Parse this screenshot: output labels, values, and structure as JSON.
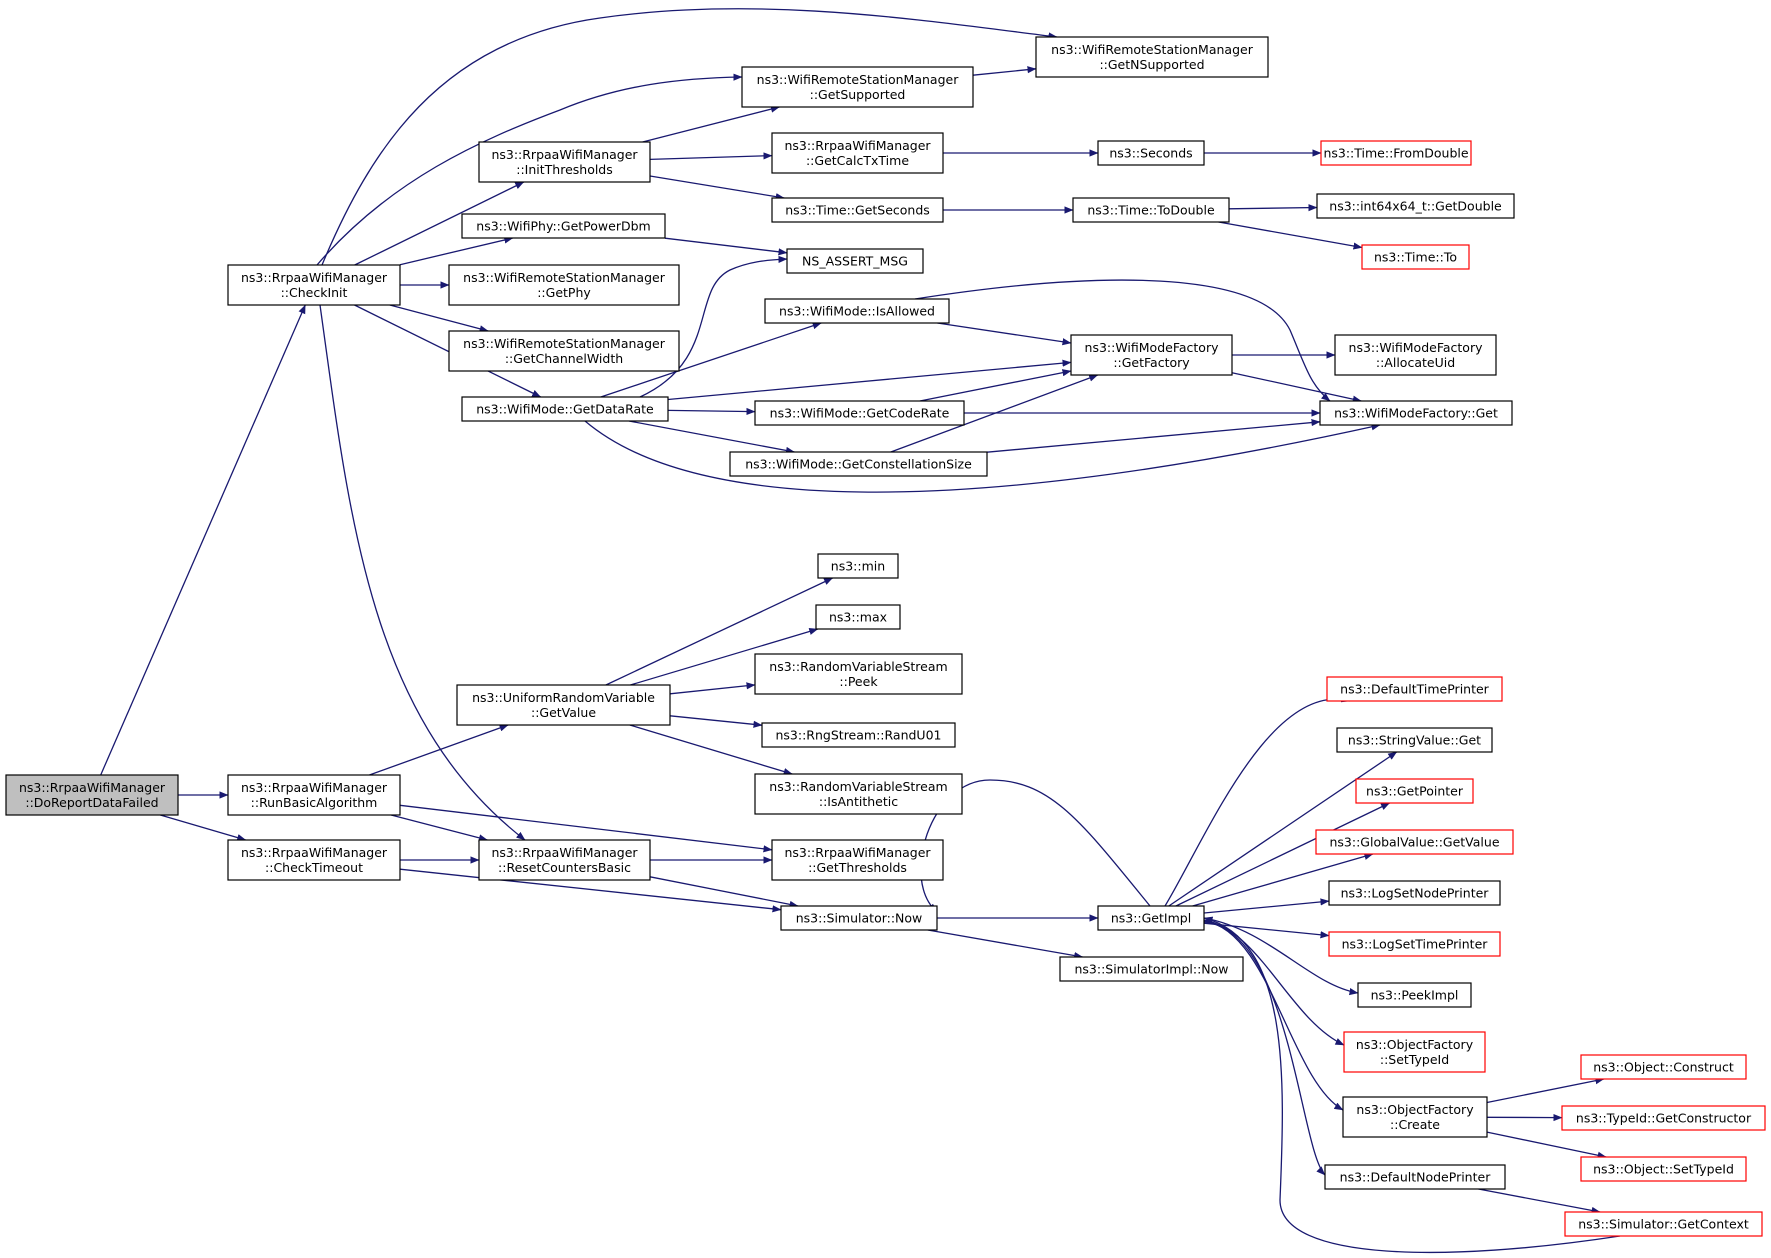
{
  "colors": {
    "edge": "#191970",
    "node_border": "#000000",
    "truncated_border": "#ff0000",
    "root_fill": "#bfbfbf",
    "node_fill": "#ffffff"
  },
  "nodes": [
    {
      "id": "dorep",
      "lines": [
        "ns3::RrpaaWifiManager",
        "::DoReportDataFailed"
      ],
      "style": "root"
    },
    {
      "id": "checkinit",
      "lines": [
        "ns3::RrpaaWifiManager",
        "::CheckInit"
      ]
    },
    {
      "id": "runbasic",
      "lines": [
        "ns3::RrpaaWifiManager",
        "::RunBasicAlgorithm"
      ]
    },
    {
      "id": "checktimeout",
      "lines": [
        "ns3::RrpaaWifiManager",
        "::CheckTimeout"
      ]
    },
    {
      "id": "nsupported",
      "lines": [
        "ns3::WifiRemoteStationManager",
        "::GetNSupported"
      ]
    },
    {
      "id": "getsupported",
      "lines": [
        "ns3::WifiRemoteStationManager",
        "::GetSupported"
      ]
    },
    {
      "id": "initthresh",
      "lines": [
        "ns3::RrpaaWifiManager",
        "::InitThresholds"
      ]
    },
    {
      "id": "calctx",
      "lines": [
        "ns3::RrpaaWifiManager",
        "::GetCalcTxTime"
      ]
    },
    {
      "id": "seconds",
      "lines": [
        "ns3::Seconds"
      ]
    },
    {
      "id": "fromdouble",
      "lines": [
        "ns3::Time::FromDouble"
      ],
      "style": "truncated"
    },
    {
      "id": "getseconds",
      "lines": [
        "ns3::Time::GetSeconds"
      ]
    },
    {
      "id": "todouble",
      "lines": [
        "ns3::Time::ToDouble"
      ]
    },
    {
      "id": "getdouble",
      "lines": [
        "ns3::int64x64_t::GetDouble"
      ]
    },
    {
      "id": "timeto",
      "lines": [
        "ns3::Time::To"
      ],
      "style": "truncated"
    },
    {
      "id": "powerdbm",
      "lines": [
        "ns3::WifiPhy::GetPowerDbm"
      ]
    },
    {
      "id": "assert",
      "lines": [
        "NS_ASSERT_MSG"
      ]
    },
    {
      "id": "getphy",
      "lines": [
        "ns3::WifiRemoteStationManager",
        "::GetPhy"
      ]
    },
    {
      "id": "isallowed",
      "lines": [
        "ns3::WifiMode::IsAllowed"
      ]
    },
    {
      "id": "chwidth",
      "lines": [
        "ns3::WifiRemoteStationManager",
        "::GetChannelWidth"
      ]
    },
    {
      "id": "getfactory",
      "lines": [
        "ns3::WifiModeFactory",
        "::GetFactory"
      ]
    },
    {
      "id": "allocuid",
      "lines": [
        "ns3::WifiModeFactory",
        "::AllocateUid"
      ]
    },
    {
      "id": "datarate",
      "lines": [
        "ns3::WifiMode::GetDataRate"
      ]
    },
    {
      "id": "coderate",
      "lines": [
        "ns3::WifiMode::GetCodeRate"
      ]
    },
    {
      "id": "wmfget",
      "lines": [
        "ns3::WifiModeFactory::Get"
      ]
    },
    {
      "id": "constsize",
      "lines": [
        "ns3::WifiMode::GetConstellationSize"
      ]
    },
    {
      "id": "min",
      "lines": [
        "ns3::min"
      ]
    },
    {
      "id": "max",
      "lines": [
        "ns3::max"
      ]
    },
    {
      "id": "peek",
      "lines": [
        "ns3::RandomVariableStream",
        "::Peek"
      ]
    },
    {
      "id": "uniform",
      "lines": [
        "ns3::UniformRandomVariable",
        "::GetValue"
      ]
    },
    {
      "id": "randu01",
      "lines": [
        "ns3::RngStream::RandU01"
      ]
    },
    {
      "id": "isanti",
      "lines": [
        "ns3::RandomVariableStream",
        "::IsAntithetic"
      ]
    },
    {
      "id": "resetcounters",
      "lines": [
        "ns3::RrpaaWifiManager",
        "::ResetCountersBasic"
      ]
    },
    {
      "id": "getthresh",
      "lines": [
        "ns3::RrpaaWifiManager",
        "::GetThresholds"
      ]
    },
    {
      "id": "simnow",
      "lines": [
        "ns3::Simulator::Now"
      ]
    },
    {
      "id": "getimpl",
      "lines": [
        "ns3::GetImpl"
      ]
    },
    {
      "id": "simimplnow",
      "lines": [
        "ns3::SimulatorImpl::Now"
      ]
    },
    {
      "id": "deftime",
      "lines": [
        "ns3::DefaultTimePrinter"
      ],
      "style": "truncated"
    },
    {
      "id": "strget",
      "lines": [
        "ns3::StringValue::Get"
      ]
    },
    {
      "id": "getpointer",
      "lines": [
        "ns3::GetPointer"
      ],
      "style": "truncated"
    },
    {
      "id": "gvgetvalue",
      "lines": [
        "ns3::GlobalValue::GetValue"
      ],
      "style": "truncated"
    },
    {
      "id": "lognode",
      "lines": [
        "ns3::LogSetNodePrinter"
      ]
    },
    {
      "id": "logtime",
      "lines": [
        "ns3::LogSetTimePrinter"
      ],
      "style": "truncated"
    },
    {
      "id": "peekimpl",
      "lines": [
        "ns3::PeekImpl"
      ]
    },
    {
      "id": "ofsettype",
      "lines": [
        "ns3::ObjectFactory",
        "::SetTypeId"
      ],
      "style": "truncated"
    },
    {
      "id": "ofcreate",
      "lines": [
        "ns3::ObjectFactory",
        "::Create"
      ]
    },
    {
      "id": "defnode",
      "lines": [
        "ns3::DefaultNodePrinter"
      ]
    },
    {
      "id": "objconstruct",
      "lines": [
        "ns3::Object::Construct"
      ],
      "style": "truncated"
    },
    {
      "id": "getctor",
      "lines": [
        "ns3::TypeId::GetConstructor"
      ],
      "style": "truncated"
    },
    {
      "id": "objsettype",
      "lines": [
        "ns3::Object::SetTypeId"
      ],
      "style": "truncated"
    },
    {
      "id": "getcontext",
      "lines": [
        "ns3::Simulator::GetContext"
      ],
      "style": "truncated"
    }
  ],
  "edges": [
    [
      "dorep",
      "checkinit"
    ],
    [
      "dorep",
      "runbasic"
    ],
    [
      "dorep",
      "checktimeout"
    ],
    [
      "checkinit",
      "nsupported"
    ],
    [
      "checkinit",
      "getsupported"
    ],
    [
      "checkinit",
      "initthresh"
    ],
    [
      "checkinit",
      "powerdbm"
    ],
    [
      "checkinit",
      "getphy"
    ],
    [
      "checkinit",
      "chwidth"
    ],
    [
      "checkinit",
      "datarate"
    ],
    [
      "checkinit",
      "resetcounters"
    ],
    [
      "getsupported",
      "nsupported"
    ],
    [
      "initthresh",
      "getsupported"
    ],
    [
      "initthresh",
      "calctx"
    ],
    [
      "initthresh",
      "getseconds"
    ],
    [
      "calctx",
      "seconds"
    ],
    [
      "seconds",
      "fromdouble"
    ],
    [
      "getseconds",
      "todouble"
    ],
    [
      "todouble",
      "getdouble"
    ],
    [
      "todouble",
      "timeto"
    ],
    [
      "powerdbm",
      "assert"
    ],
    [
      "isallowed",
      "getfactory"
    ],
    [
      "isallowed",
      "wmfget"
    ],
    [
      "getfactory",
      "allocuid"
    ],
    [
      "getfactory",
      "wmfget"
    ],
    [
      "datarate",
      "assert"
    ],
    [
      "datarate",
      "isallowed"
    ],
    [
      "datarate",
      "getfactory"
    ],
    [
      "datarate",
      "coderate"
    ],
    [
      "datarate",
      "constsize"
    ],
    [
      "datarate",
      "wmfget"
    ],
    [
      "coderate",
      "getfactory"
    ],
    [
      "coderate",
      "wmfget"
    ],
    [
      "constsize",
      "getfactory"
    ],
    [
      "constsize",
      "wmfget"
    ],
    [
      "runbasic",
      "uniform"
    ],
    [
      "runbasic",
      "resetcounters"
    ],
    [
      "runbasic",
      "getthresh"
    ],
    [
      "uniform",
      "min"
    ],
    [
      "uniform",
      "max"
    ],
    [
      "uniform",
      "peek"
    ],
    [
      "uniform",
      "randu01"
    ],
    [
      "uniform",
      "isanti"
    ],
    [
      "checktimeout",
      "resetcounters"
    ],
    [
      "checktimeout",
      "simnow"
    ],
    [
      "resetcounters",
      "getthresh"
    ],
    [
      "resetcounters",
      "simnow"
    ],
    [
      "simnow",
      "getimpl"
    ],
    [
      "simnow",
      "simimplnow"
    ],
    [
      "getimpl",
      "deftime"
    ],
    [
      "getimpl",
      "strget"
    ],
    [
      "getimpl",
      "getpointer"
    ],
    [
      "getimpl",
      "gvgetvalue"
    ],
    [
      "getimpl",
      "lognode"
    ],
    [
      "getimpl",
      "logtime"
    ],
    [
      "getimpl",
      "peekimpl"
    ],
    [
      "getimpl",
      "ofsettype"
    ],
    [
      "getimpl",
      "ofcreate"
    ],
    [
      "getimpl",
      "defnode"
    ],
    [
      "getimpl",
      "simnow"
    ],
    [
      "ofcreate",
      "objconstruct"
    ],
    [
      "ofcreate",
      "getctor"
    ],
    [
      "ofcreate",
      "objsettype"
    ],
    [
      "defnode",
      "getcontext"
    ],
    [
      "getcontext",
      "getimpl"
    ]
  ]
}
